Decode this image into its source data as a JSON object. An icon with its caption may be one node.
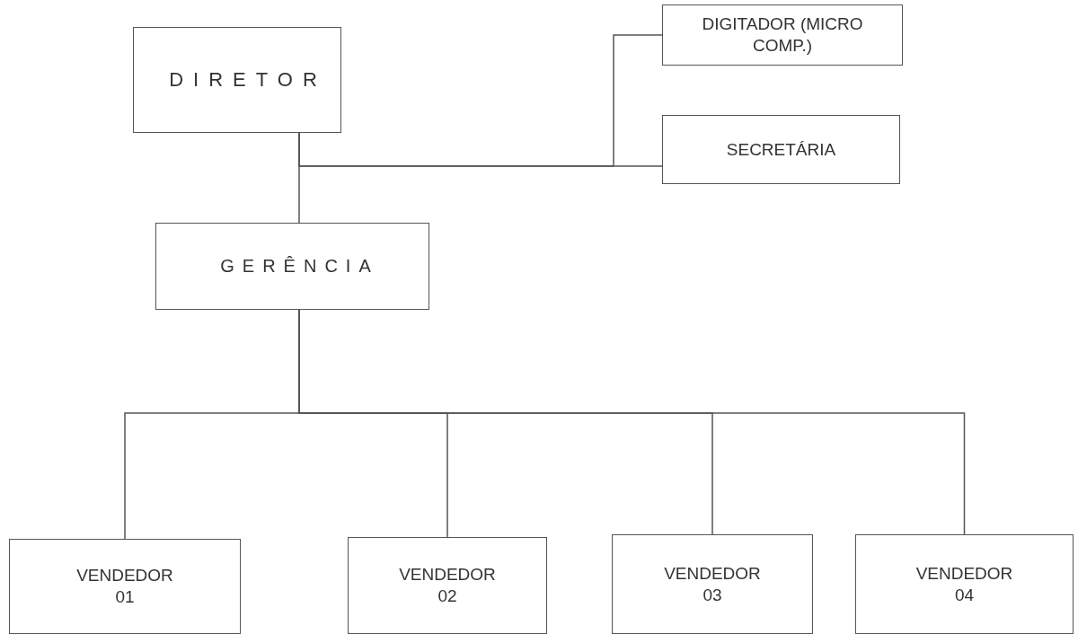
{
  "diagram": {
    "nodes": [
      {
        "text": [
          "DIRETOR"
        ]
      },
      {
        "text": [
          "DIGITADOR (MICRO COMP.)"
        ]
      },
      {
        "text": [
          "SECRETÁRIA"
        ]
      },
      {
        "text": [
          "GERÊNCIA"
        ]
      },
      {
        "text": [
          "VENDEDOR 01"
        ]
      },
      {
        "text": [
          "VENDEDOR 02"
        ]
      },
      {
        "text": [
          "VENDEDOR 03"
        ]
      },
      {
        "text": [
          "VENDEDOR 04"
        ]
      }
    ],
    "edges": [
      {
        "from": 0,
        "to": 3,
        "arrow": "none"
      },
      {
        "from": 0,
        "to": 2,
        "arrow": "none"
      },
      {
        "from": 0,
        "to": 1,
        "arrow": "none"
      },
      {
        "from": 3,
        "to": 4,
        "arrow": "none"
      },
      {
        "from": 3,
        "to": 5,
        "arrow": "none"
      },
      {
        "from": 3,
        "to": 6,
        "arrow": "none"
      },
      {
        "from": 3,
        "to": 7,
        "arrow": "none"
      }
    ]
  }
}
